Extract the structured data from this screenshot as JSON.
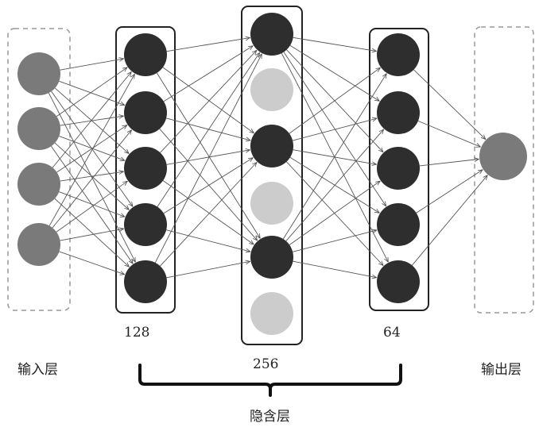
{
  "labels": {
    "input_layer": "输入层",
    "output_layer": "输出层",
    "hidden_layers": "隐含层",
    "hidden1_size": "128",
    "hidden2_size": "256",
    "hidden3_size": "64"
  },
  "layers": [
    {
      "id": "input",
      "nodes": [
        "active",
        "active",
        "active",
        "active"
      ],
      "style": "dashed"
    },
    {
      "id": "hidden1",
      "nodes": [
        "dark",
        "dark",
        "dark",
        "dark",
        "dark"
      ],
      "style": "solid"
    },
    {
      "id": "hidden2",
      "nodes": [
        "dark",
        "dropout",
        "dark",
        "dropout",
        "dark",
        "dropout"
      ],
      "style": "solid"
    },
    {
      "id": "hidden3",
      "nodes": [
        "dark",
        "dark",
        "dark",
        "dark",
        "dark"
      ],
      "style": "solid"
    },
    {
      "id": "output",
      "nodes": [
        "active"
      ],
      "style": "dashed"
    }
  ],
  "colors": {
    "dark_node": "#2e2e2e",
    "active_node": "#7a7a7a",
    "dropout_node": "#cccccc"
  }
}
